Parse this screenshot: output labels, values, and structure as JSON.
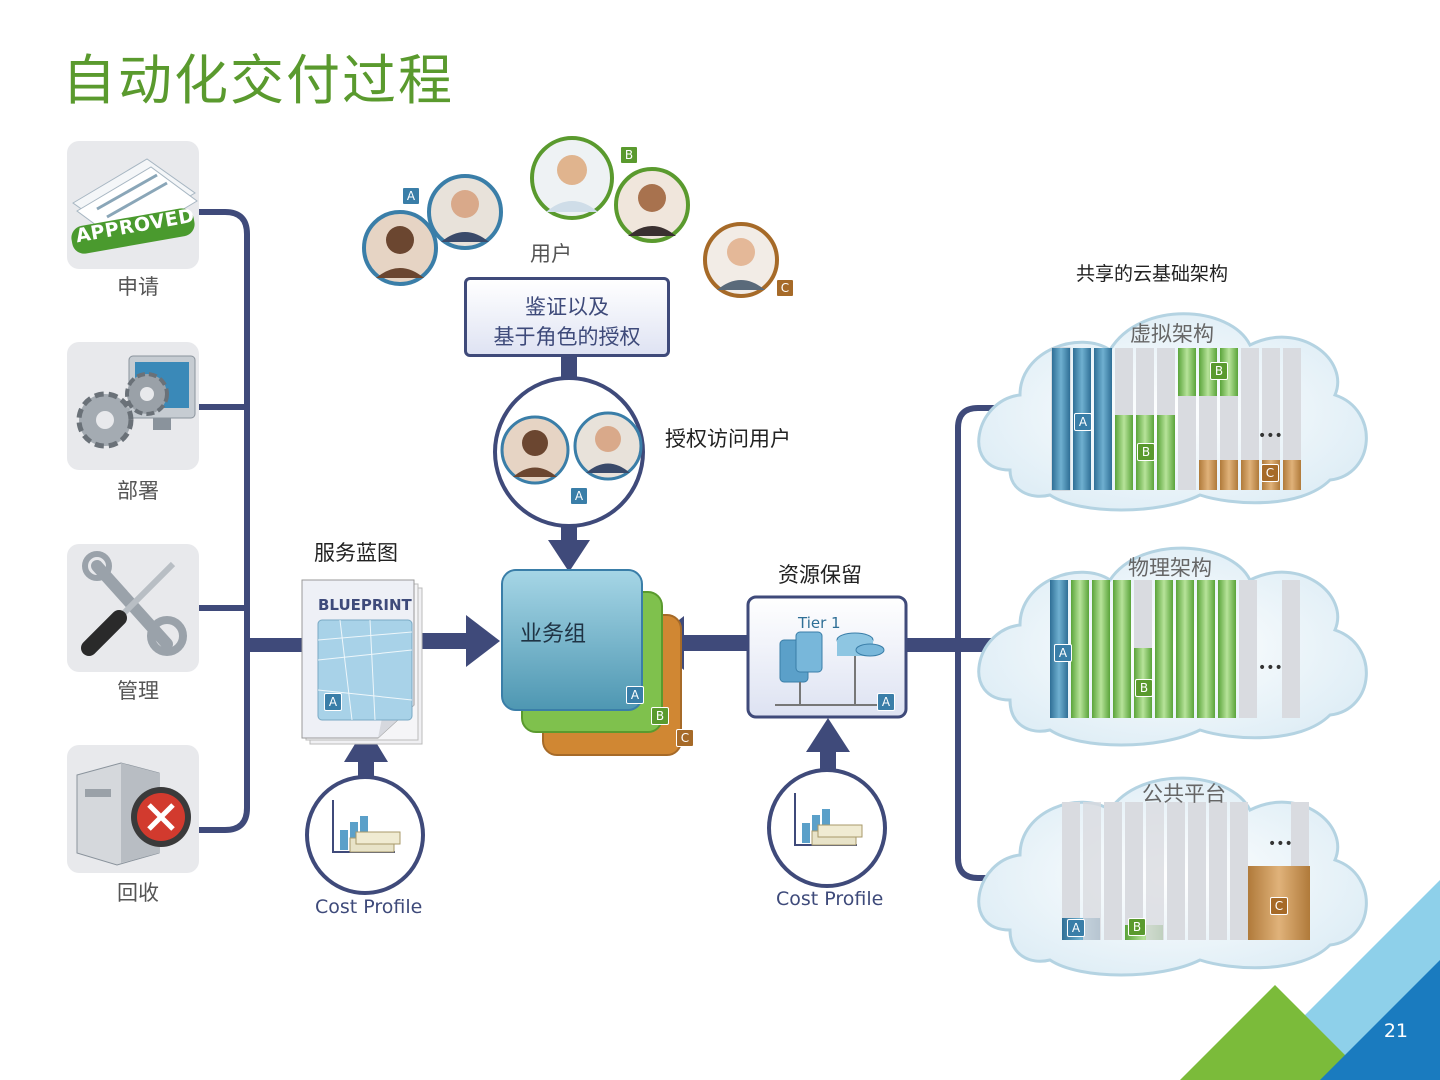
{
  "slide": {
    "title": "自动化交付过程",
    "page_number": "21"
  },
  "lifecycle": [
    {
      "label": "申请",
      "icon": "approved-document-icon",
      "stamp": "APPROVED"
    },
    {
      "label": "部署",
      "icon": "gears-monitor-icon"
    },
    {
      "label": "管理",
      "icon": "wrench-screwdriver-icon"
    },
    {
      "label": "回收",
      "icon": "server-delete-icon"
    }
  ],
  "users": {
    "label": "用户",
    "group_badges": [
      "A",
      "B",
      "C"
    ]
  },
  "auth": {
    "line1": "鉴证以及",
    "line2": "基于角色的授权"
  },
  "authorized": {
    "label": "授权访问用户",
    "badge": "A"
  },
  "blueprint": {
    "label": "服务蓝图",
    "card_text": "BLUEPRINT",
    "badge": "A"
  },
  "business_group": {
    "label": "业务组",
    "badges": [
      "A",
      "B",
      "C"
    ]
  },
  "reservation": {
    "label": "资源保留",
    "tier": "Tier 1",
    "badge": "A"
  },
  "cost_profiles": [
    {
      "label": "Cost Profile"
    },
    {
      "label": "Cost Profile"
    }
  ],
  "infrastructure": {
    "label": "共享的云基础架构",
    "clouds": [
      {
        "label": "虚拟架构",
        "badges": [
          "A",
          "B",
          "B",
          "C"
        ],
        "more": "•••"
      },
      {
        "label": "物理架构",
        "badges": [
          "A",
          "B"
        ],
        "more": "•••"
      },
      {
        "label": "公共平台",
        "badges": [
          "A",
          "B",
          "C"
        ],
        "more": "•••"
      }
    ]
  },
  "colors": {
    "title_green": "#5a9a2e",
    "connector_navy": "#3f4a7a",
    "group_a_blue": "#3a7ea8",
    "group_b_green": "#5a9a2e",
    "group_c_orange": "#a66a28"
  }
}
